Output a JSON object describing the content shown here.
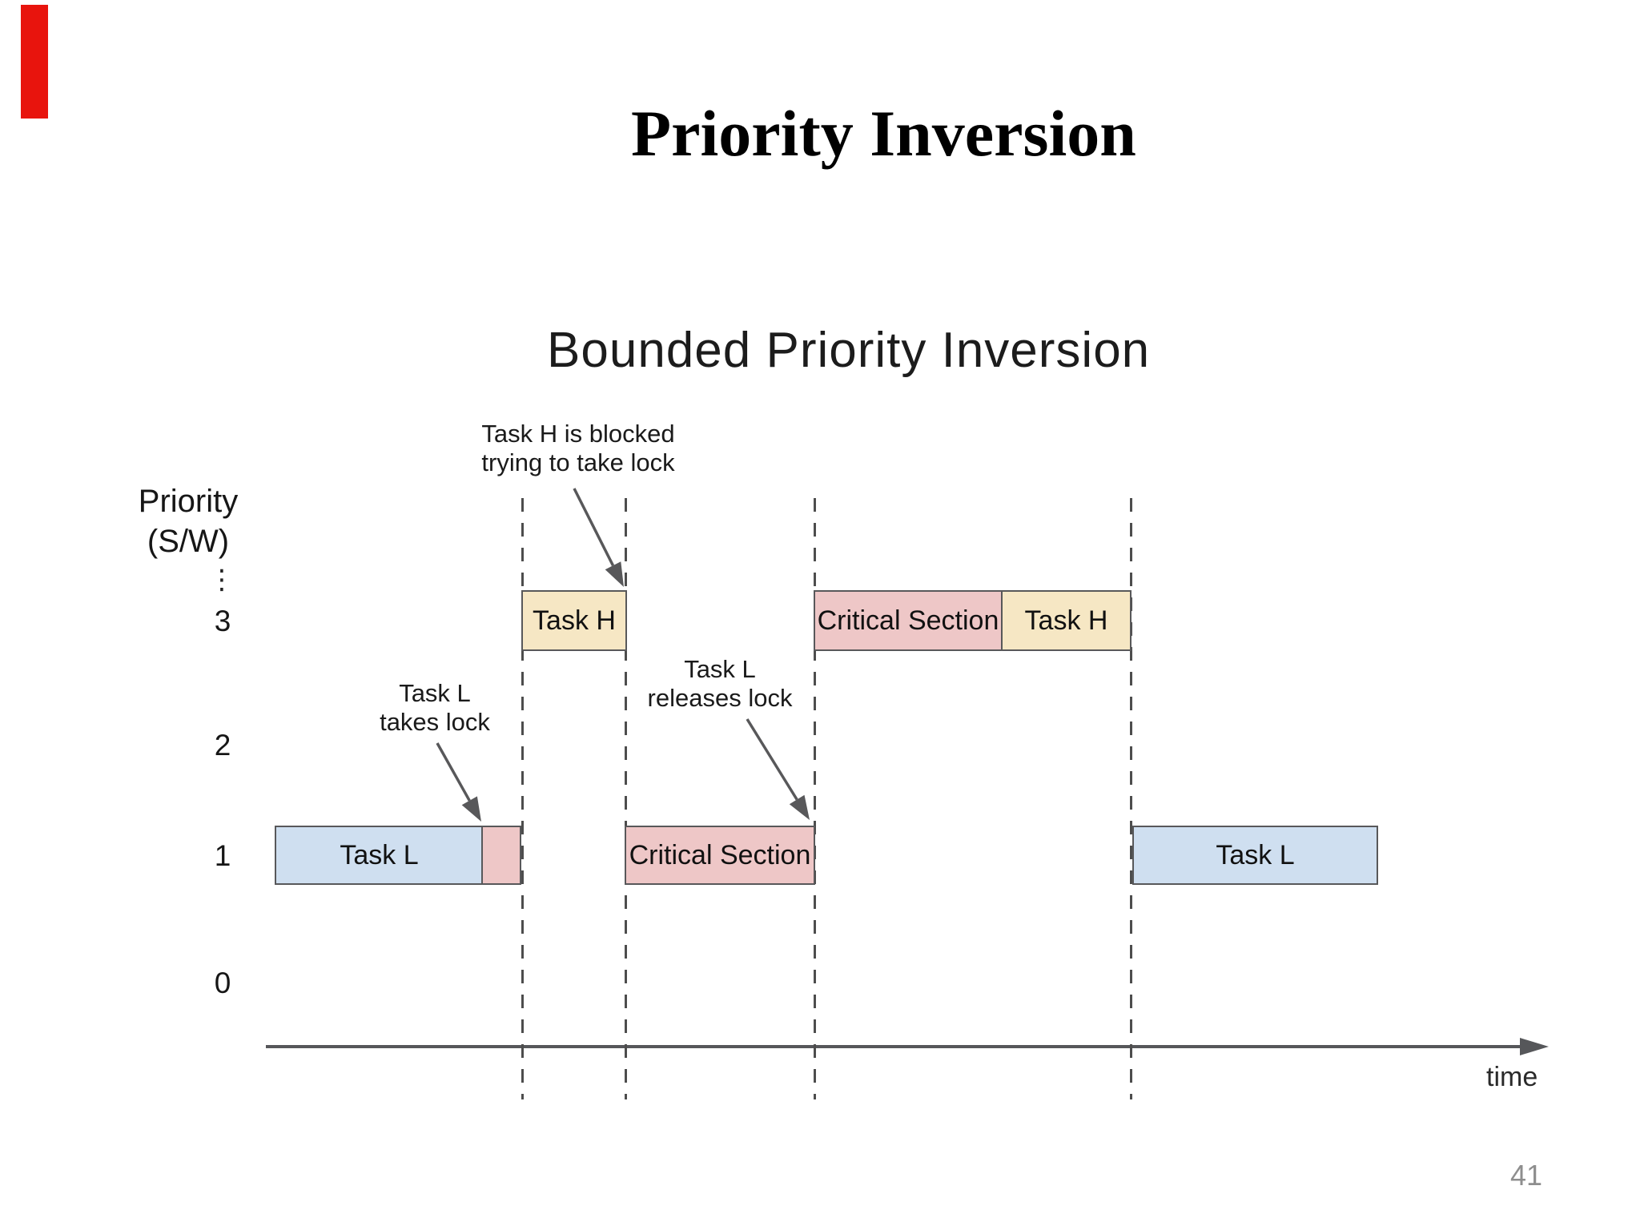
{
  "slide": {
    "title": "Priority Inversion",
    "page_number": "41"
  },
  "diagram": {
    "title": "Bounded Priority Inversion",
    "y_axis": {
      "label_line1": "Priority",
      "label_line2": "(S/W)",
      "ellipsis": "⋮",
      "ticks": [
        "3",
        "2",
        "1",
        "0"
      ]
    },
    "x_axis": {
      "label": "time"
    },
    "annotations": {
      "blocked": {
        "line1": "Task H is blocked",
        "line2": "trying to take lock"
      },
      "takes": {
        "line1": "Task L",
        "line2": "takes lock"
      },
      "releases": {
        "line1": "Task L",
        "line2": "releases lock"
      }
    },
    "bars": {
      "task_l_left": {
        "label": "Task L",
        "row": "1"
      },
      "lock_held": {
        "label": "",
        "row": "1"
      },
      "task_h_left": {
        "label": "Task H",
        "row": "3"
      },
      "critical_mid": {
        "label": "Critical Section",
        "row": "1"
      },
      "critical_top": {
        "label": "Critical Section",
        "row": "3"
      },
      "task_h_right": {
        "label": "Task H",
        "row": "3"
      },
      "task_l_right": {
        "label": "Task L",
        "row": "1"
      }
    }
  },
  "colors": {
    "task_l_fill": "#cfdff0",
    "critical_fill": "#eec7c7",
    "task_h_fill": "#f6e7c4",
    "diagram_line": "#56575a",
    "dash_line": "#4d4d4d",
    "accent_mark": "#e8140d",
    "page_number": "#8e8e8e"
  }
}
